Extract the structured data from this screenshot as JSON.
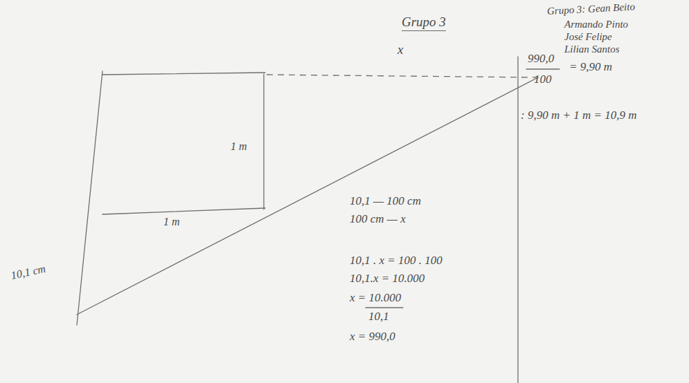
{
  "diagram": {
    "title": "Grupo 3",
    "labels": [
      "Grupo 3: Gean Beito",
      "Armando Pinto",
      "José Felipe",
      "Lilian Santos",
      "x",
      "1 m",
      "1 m",
      "10,1 cm",
      "10,1 — 100 cm",
      "100 cm — x",
      "10,1 . x = 100 . 100",
      "10,1.x = 10.000",
      "x = 10.000",
      "10,1",
      "x = 990,0",
      "990,0",
      "100",
      "= 9,90 m",
      ": 9,90 m + 1 m = 10,9 m"
    ]
  }
}
